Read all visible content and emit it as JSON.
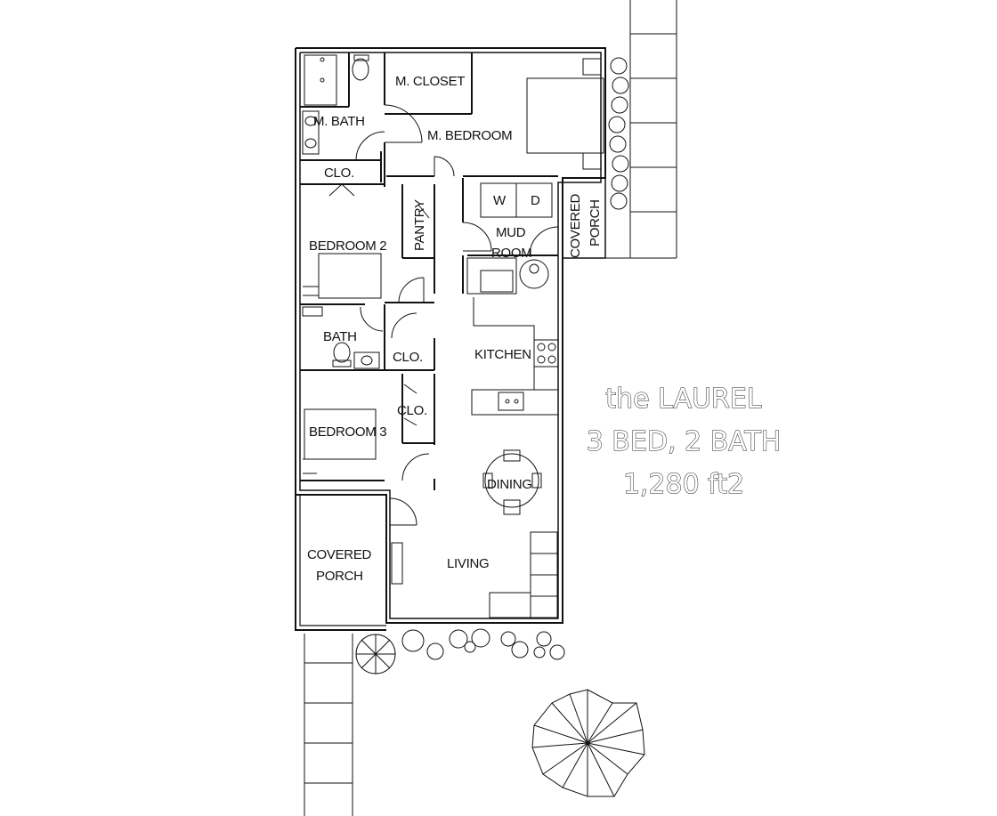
{
  "plan": {
    "title_line1": "the LAUREL",
    "title_line2": "3 BED, 2 BATH",
    "title_line3": "1,280 ft2",
    "rooms": {
      "m_closet": "M. CLOSET",
      "m_bath": "M. BATH",
      "m_bedroom": "M. BEDROOM",
      "clo_master": "CLO.",
      "pantry": "PANTRY",
      "washer": "W",
      "dryer": "D",
      "mud_line1": "MUD",
      "mud_line2": "ROOM",
      "covered_porch_side_line1": "COVERED",
      "covered_porch_side_line2": "PORCH",
      "bedroom_2": "BEDROOM 2",
      "bath": "BATH",
      "clo_hall": "CLO.",
      "kitchen": "KITCHEN",
      "clo_bed3": "CLO.",
      "bedroom_3": "BEDROOM 3",
      "dining": "DINING",
      "covered_porch_front_line1": "COVERED",
      "covered_porch_front_line2": "PORCH",
      "living": "LIVING"
    }
  }
}
